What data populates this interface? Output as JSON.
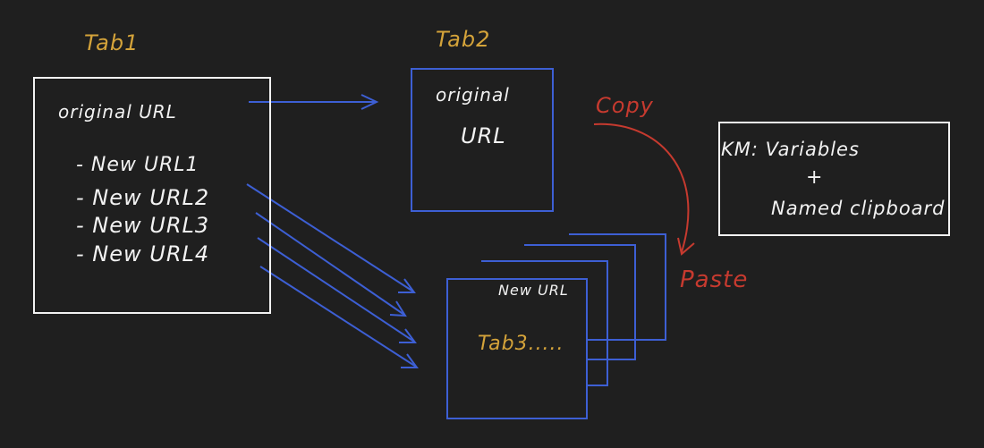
{
  "colors": {
    "background": "#1f1f1f",
    "tab_label": "#d4a33a",
    "box_white": "#f2f2f2",
    "box_blue": "#3d5fd4",
    "arrow_red": "#c63a2f"
  },
  "tab1": {
    "title": "Tab1",
    "original_url": "original URL",
    "items": [
      "- New URL1",
      "- New URL2",
      "- New URL3",
      "- New URL4"
    ]
  },
  "tab2": {
    "title": "Tab2",
    "line1": "original",
    "line2": "URL"
  },
  "tab3": {
    "header": "New URL",
    "title": "Tab3....."
  },
  "copy_label": "Copy",
  "paste_label": "Paste",
  "km_note": {
    "line1": "KM: Variables",
    "line2": "+",
    "line3": "Named clipboard"
  }
}
